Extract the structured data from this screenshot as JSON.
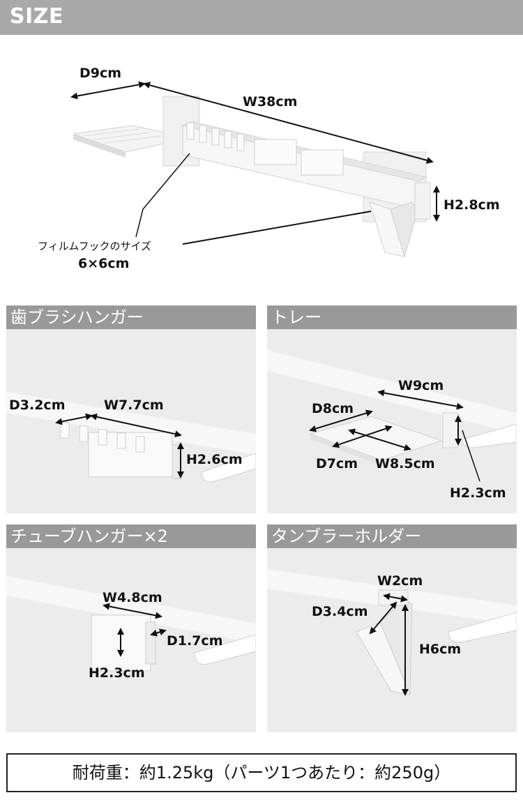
{
  "header": {
    "title": "SIZE"
  },
  "main": {
    "depth": "D9cm",
    "width": "W38cm",
    "height": "H2.8cm",
    "film_hook_label": "フィルムフックのサイズ",
    "film_hook_size": "6×6cm"
  },
  "panels": [
    {
      "title": "歯ブラシハンガー",
      "labels": [
        "D3.2cm",
        "W7.7cm",
        "H2.6cm"
      ]
    },
    {
      "title": "トレー",
      "labels": [
        "W9cm",
        "D8cm",
        "D7cm",
        "W8.5cm",
        "H2.3cm"
      ]
    },
    {
      "title": "チューブハンガー×2",
      "labels": [
        "W4.8cm",
        "D1.7cm",
        "H2.3cm"
      ]
    },
    {
      "title": "タンブラーホルダー",
      "labels": [
        "W2cm",
        "D3.4cm",
        "H6cm"
      ]
    }
  ],
  "footer": {
    "text": "耐荷重：約1.25kg（パーツ1つあたり：約250g）"
  }
}
